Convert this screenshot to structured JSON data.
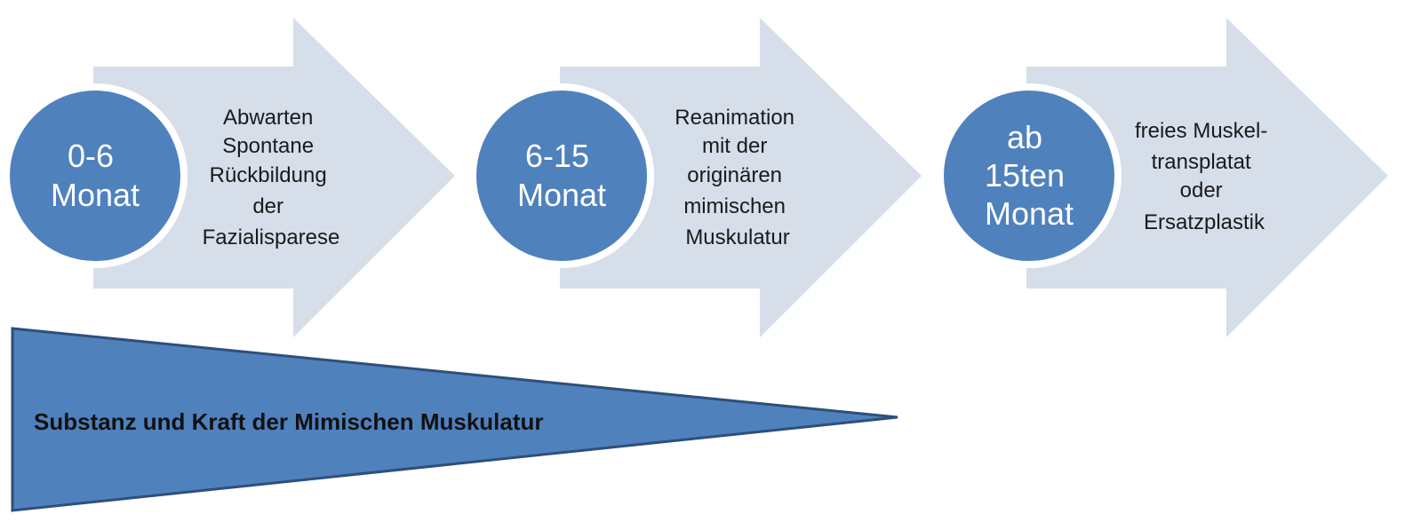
{
  "colors": {
    "arrow_fill": "#D6DEEA",
    "circle_fill": "#4F81BD",
    "circle_stroke": "#FFFFFF",
    "wedge_fill": "#4F81BD",
    "wedge_stroke": "#2E4F7A"
  },
  "steps": [
    {
      "circle_lines": [
        "0-6",
        "Monat"
      ],
      "text_lines": [
        "Abwarten",
        "Spontane",
        "Rückbildung",
        "der",
        "Fazialisparese"
      ]
    },
    {
      "circle_lines": [
        "6-15",
        "Monat"
      ],
      "text_lines": [
        "Reanimation",
        "mit der",
        "originären",
        "mimischen",
        "Muskulatur"
      ]
    },
    {
      "circle_lines": [
        "ab",
        "15ten",
        "Monat"
      ],
      "text_lines": [
        "freies Muskel-",
        "transplatat",
        "oder",
        "Ersatzplastik"
      ]
    }
  ],
  "wedge": {
    "label": "Substanz und Kraft der Mimischen Muskulatur"
  }
}
